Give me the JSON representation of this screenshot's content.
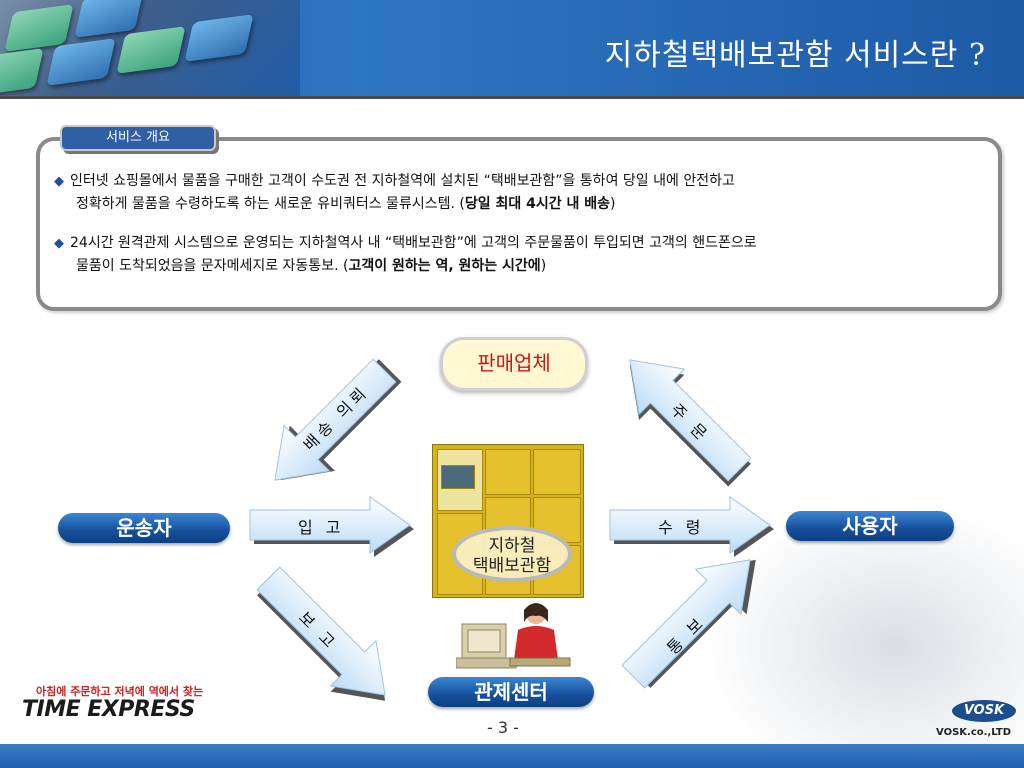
{
  "header": {
    "title": "지하철택배보관함 서비스란 ?"
  },
  "overview": {
    "tab_label": "서비스 개요",
    "bullets": [
      {
        "line1": "인터넷 쇼핑몰에서 물품을 구매한 고객이 수도권 전 지하철역에 설치된 “택배보관함”을 통하여 당일 내에 안전하고",
        "line2_plain": "정확하게 물품을 수령하도록 하는 새로운 유비쿼터스 물류시스템. (",
        "line2_bold": "당일 최대 4시간 내 배송",
        "line2_end": ")"
      },
      {
        "line1": "24시간 원격관제 시스템으로 운영되는 지하철역사 내 “택배보관함”에 고객의 주문물품이 투입되면 고객의 핸드폰으로",
        "line2_plain": "물품이 도착되었음을  문자메세지로 자동통보. (",
        "line2_bold": "고객이 원하는 역, 원하는 시간에",
        "line2_end": ")"
      }
    ]
  },
  "diagram": {
    "nodes": {
      "seller": "판매업체",
      "courier": "운송자",
      "user": "사용자",
      "control_center": "관제센터",
      "locker_line1": "지하철",
      "locker_line2": "택배보관함"
    },
    "arrows": {
      "delivery_request": "배송 의뢰",
      "order": "주 문",
      "deposit": "입 고",
      "receive": "수 령",
      "report": "보 고",
      "notify": "통 보"
    }
  },
  "footer": {
    "page_number": "- 3 -",
    "slogan": "아침에 주문하고 저녁에 역에서 찾는",
    "brand": "TIME EXPRESS",
    "vosk_logo": "VOSK",
    "vosk_company": "VOSK.co.,LTD"
  },
  "colors": {
    "header_blue": "#1f5da8",
    "pill_blue": "#164f9a",
    "seller_text": "#d01616",
    "arrow_light": "#d8ecfb",
    "arrow_shadow": "#555555"
  }
}
